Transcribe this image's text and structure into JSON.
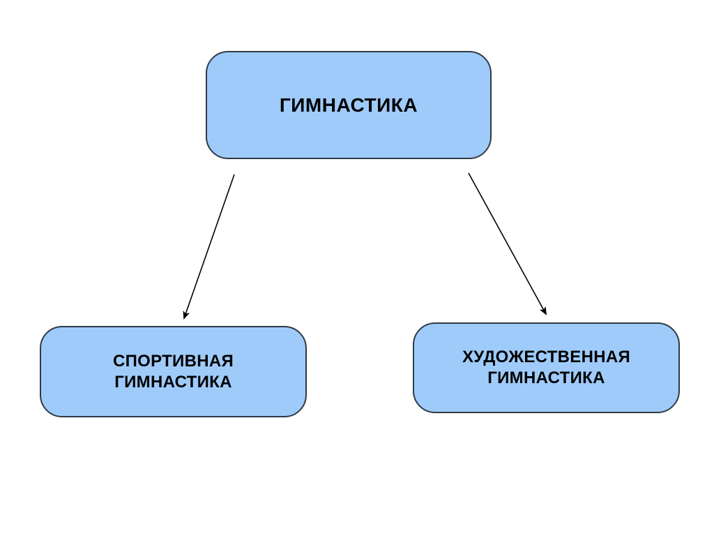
{
  "diagram": {
    "root_node": {
      "label": "ГИМНАСТИКА"
    },
    "child_nodes": [
      {
        "id": "sports-gymnastics",
        "label_line1": "СПОРТИВНАЯ",
        "label_line2": "ГИМНАСТИКА"
      },
      {
        "id": "artistic-gymnastics",
        "label_line1": "ХУДОЖЕСТВЕННАЯ",
        "label_line2": "ГИМНАСТИКА"
      }
    ],
    "edges": [
      {
        "from": "ГИМНАСТИКА",
        "to": "СПОРТИВНАЯ ГИМНАСТИКА"
      },
      {
        "from": "ГИМНАСТИКА",
        "to": "ХУДОЖЕСТВЕННАЯ ГИМНАСТИКА"
      }
    ],
    "colors": {
      "node_fill": "#9FCBFA",
      "node_border": "#2E3A45",
      "text": "#000000",
      "arrow": "#000000",
      "background": "#FFFFFF"
    }
  }
}
